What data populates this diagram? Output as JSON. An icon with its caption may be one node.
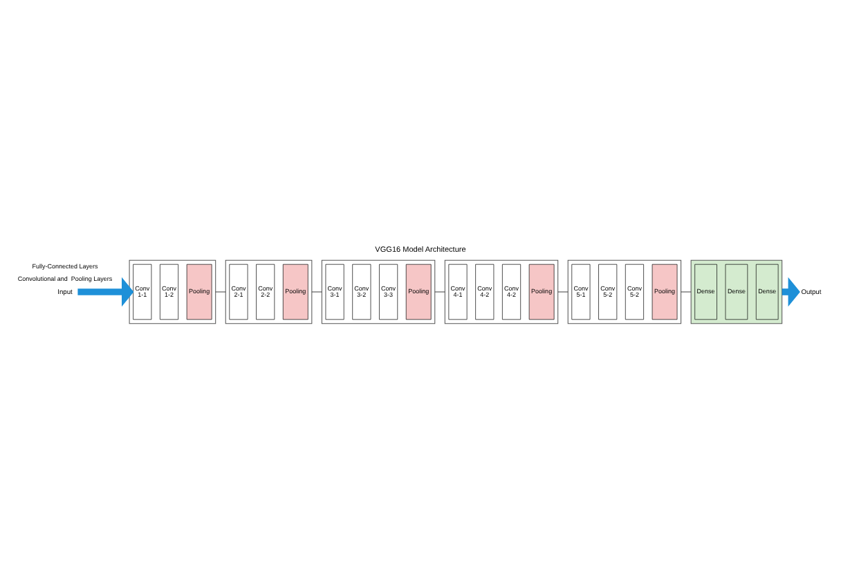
{
  "diagram": {
    "title": "VGG16 Model Architecture",
    "nodes": [
      {
        "text": [
          "Input"
        ]
      },
      {
        "text": [],
        "shape": "box"
      },
      {
        "text": [
          "Conv 1-1"
        ],
        "in": 1
      },
      {
        "text": [
          "Conv 1-2"
        ],
        "in": 1
      },
      {
        "text": [
          "Pooling"
        ],
        "in": 1
      },
      {
        "text": [],
        "shape": "box"
      },
      {
        "text": [
          "Conv 2-1"
        ],
        "in": 5
      },
      {
        "text": [
          "Conv 2-2"
        ],
        "in": 5
      },
      {
        "text": [
          "Pooling"
        ],
        "in": 5
      },
      {
        "text": [],
        "shape": "box"
      },
      {
        "text": [
          "Conv 3-1"
        ],
        "in": 9
      },
      {
        "text": [
          "Conv 3-2"
        ],
        "in": 9
      },
      {
        "text": [
          "Conv 3-3"
        ],
        "in": 9
      },
      {
        "text": [
          "Pooling"
        ],
        "in": 9
      },
      {
        "text": [],
        "shape": "box"
      },
      {
        "text": [
          "Conv 4-1"
        ],
        "in": 14
      },
      {
        "text": [
          "Conv 4-2"
        ],
        "in": 14
      },
      {
        "text": [
          "Conv 4-2"
        ],
        "in": 14
      },
      {
        "text": [
          "Pooling"
        ],
        "in": 14
      },
      {
        "text": [],
        "shape": "box"
      },
      {
        "text": [
          "Conv 5-1"
        ],
        "in": 19
      },
      {
        "text": [
          "Conv 5-2"
        ],
        "in": 19
      },
      {
        "text": [
          "Conv 5-2"
        ],
        "in": 19
      },
      {
        "text": [
          "Pooling"
        ],
        "in": 19
      },
      {
        "text": [],
        "shape": "box"
      },
      {
        "text": [
          "Dense"
        ],
        "in": 24
      },
      {
        "text": [
          "Dense"
        ],
        "in": 24
      },
      {
        "text": [
          "Dense"
        ],
        "in": 24
      },
      {
        "text": [
          "Output"
        ]
      }
    ],
    "edges": [
      {
        "from": 0,
        "to": 1,
        "arrow": "to",
        "style": "thick",
        "color": "#1e90d8"
      },
      {
        "from": 1,
        "to": 5,
        "arrow": "none"
      },
      {
        "from": 5,
        "to": 9,
        "arrow": "none"
      },
      {
        "from": 9,
        "to": 14,
        "arrow": "none"
      },
      {
        "from": 14,
        "to": 19,
        "arrow": "none"
      },
      {
        "from": 19,
        "to": 24,
        "arrow": "none"
      },
      {
        "from": 24,
        "to": 28,
        "arrow": "to",
        "style": "thick",
        "color": "#1e90d8"
      }
    ],
    "labels": [
      "Convolutional and  Pooling Layers",
      "Fully-Connected Layers"
    ]
  }
}
